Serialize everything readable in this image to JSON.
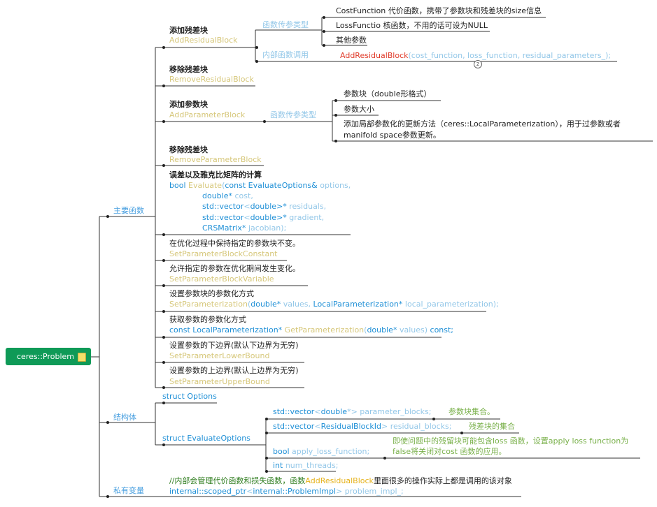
{
  "root": {
    "label": "ceres::Problem",
    "note_icon": "note-icon"
  },
  "branches": {
    "main_functions": "主要函数",
    "structs": "结构体",
    "private_vars": "私有变量"
  },
  "add_residual": {
    "title": "添加残差块",
    "fn": "AddResidualBlock",
    "param_label": "函数传参类型",
    "params": [
      "CostFunction 代价函数，携带了参数块和残差块的size信息",
      "LossFunctio 核函数，不用的话可设为NULL",
      "其他参数"
    ],
    "internal_label": "内部函数调用",
    "internal_call_fn": "AddResidualBlock",
    "internal_call_args": "(cost_function, loss_function, residual_parameters_);",
    "internal_badge": "2"
  },
  "remove_residual": {
    "title": "移除残差块",
    "fn": "RemoveResidualBlock"
  },
  "add_param": {
    "title": "添加参数块",
    "fn": "AddParameterBlock",
    "param_label": "函数传参类型",
    "params": [
      "参数块（double形格式）",
      "参数大小",
      "添加局部参数化的更新方法（ceres::LocalParameterization），用于过参数或者",
      "manifold space参数更新。"
    ]
  },
  "remove_param": {
    "title": "移除残差块",
    "fn": "RemoveParameterBlock"
  },
  "evaluate": {
    "title": "误差以及雅克比矩阵的计算",
    "l1_kw": "bool",
    "l1_fn": "Evaluate",
    "l1_p": "(",
    "l1_kw2": "const EvaluateOptions&",
    "l1_id": " options,",
    "l2_kw": "double*",
    "l2_id": " cost,",
    "l3_kw": "std::vector",
    "l3_a": "<",
    "l3_kw2": "double",
    "l3_b": ">* ",
    "l3_id": "residuals,",
    "l4_kw": "std::vector",
    "l4_a": "<",
    "l4_kw2": "double",
    "l4_b": ">* ",
    "l4_id": "gradient,",
    "l5_kw": "CRSMatrix*",
    "l5_id": " jacobian);"
  },
  "const_block": {
    "title": "在优化过程中保持指定的参数块不变。",
    "fn": "SetParameterBlockConstant"
  },
  "variable_block": {
    "title": "允许指定的参数在优化期间发生变化。",
    "fn": "SetParameterBlockVariable"
  },
  "set_param": {
    "title": "设置参数块的参数化方式",
    "fn": "SetParameterization",
    "p1": "(",
    "kw1": "double*",
    "id1": " values, ",
    "kw2": "LocalParameterization*",
    "id2": " local_parameterization);"
  },
  "get_param": {
    "title": "获取参数的参数化方式",
    "kw1": "const LocalParameterization*",
    "fn": " GetParameterization",
    "p1": "(",
    "kw2": "double*",
    "id1": " values) ",
    "kw3": "const;"
  },
  "lower_bound": {
    "title": "设置参数的下边界(默认下边界为无穷)",
    "fn": "SetParameterLowerBound"
  },
  "upper_bound": {
    "title": "设置参数的上边界(默认上边界为无穷)",
    "fn": "SetParameterUpperBound"
  },
  "struct_options": {
    "kw": "struct",
    "name": " Options"
  },
  "struct_eval": {
    "kw": "struct",
    "name": " EvaluateOptions",
    "f1_kw": "std::vector",
    "f1_a": "<",
    "f1_kw2": "double",
    "f1_b": "*> ",
    "f1_id": "parameter_blocks;",
    "f1_desc": "参数块集合。",
    "f2_kw": "std::vector",
    "f2_a": "<",
    "f2_kw2": "ResidualBlockId",
    "f2_b": "> ",
    "f2_id": "residual_blocks;",
    "f2_desc": "残差块的集合",
    "f3_kw": "bool",
    "f3_id": " apply_loss_function;",
    "f3_desc1": "即使问题中的残留块可能包含loss 函数，设置apply loss function为",
    "f3_desc2": "false将关闭对cost 函数的应用。",
    "f4_kw": "int",
    "f4_id": " num_threads;"
  },
  "private": {
    "c1": "//内部会管理代价函数和损失函数，函数",
    "c_fn": "AddResidualBlock",
    "c2": "里面很多的操作实际上都是调用的该对象",
    "kw": "internal::scoped_ptr",
    "a": "<",
    "kw2": "internal::ProblemImpl",
    "b": "> ",
    "id": "problem_impl_;"
  }
}
